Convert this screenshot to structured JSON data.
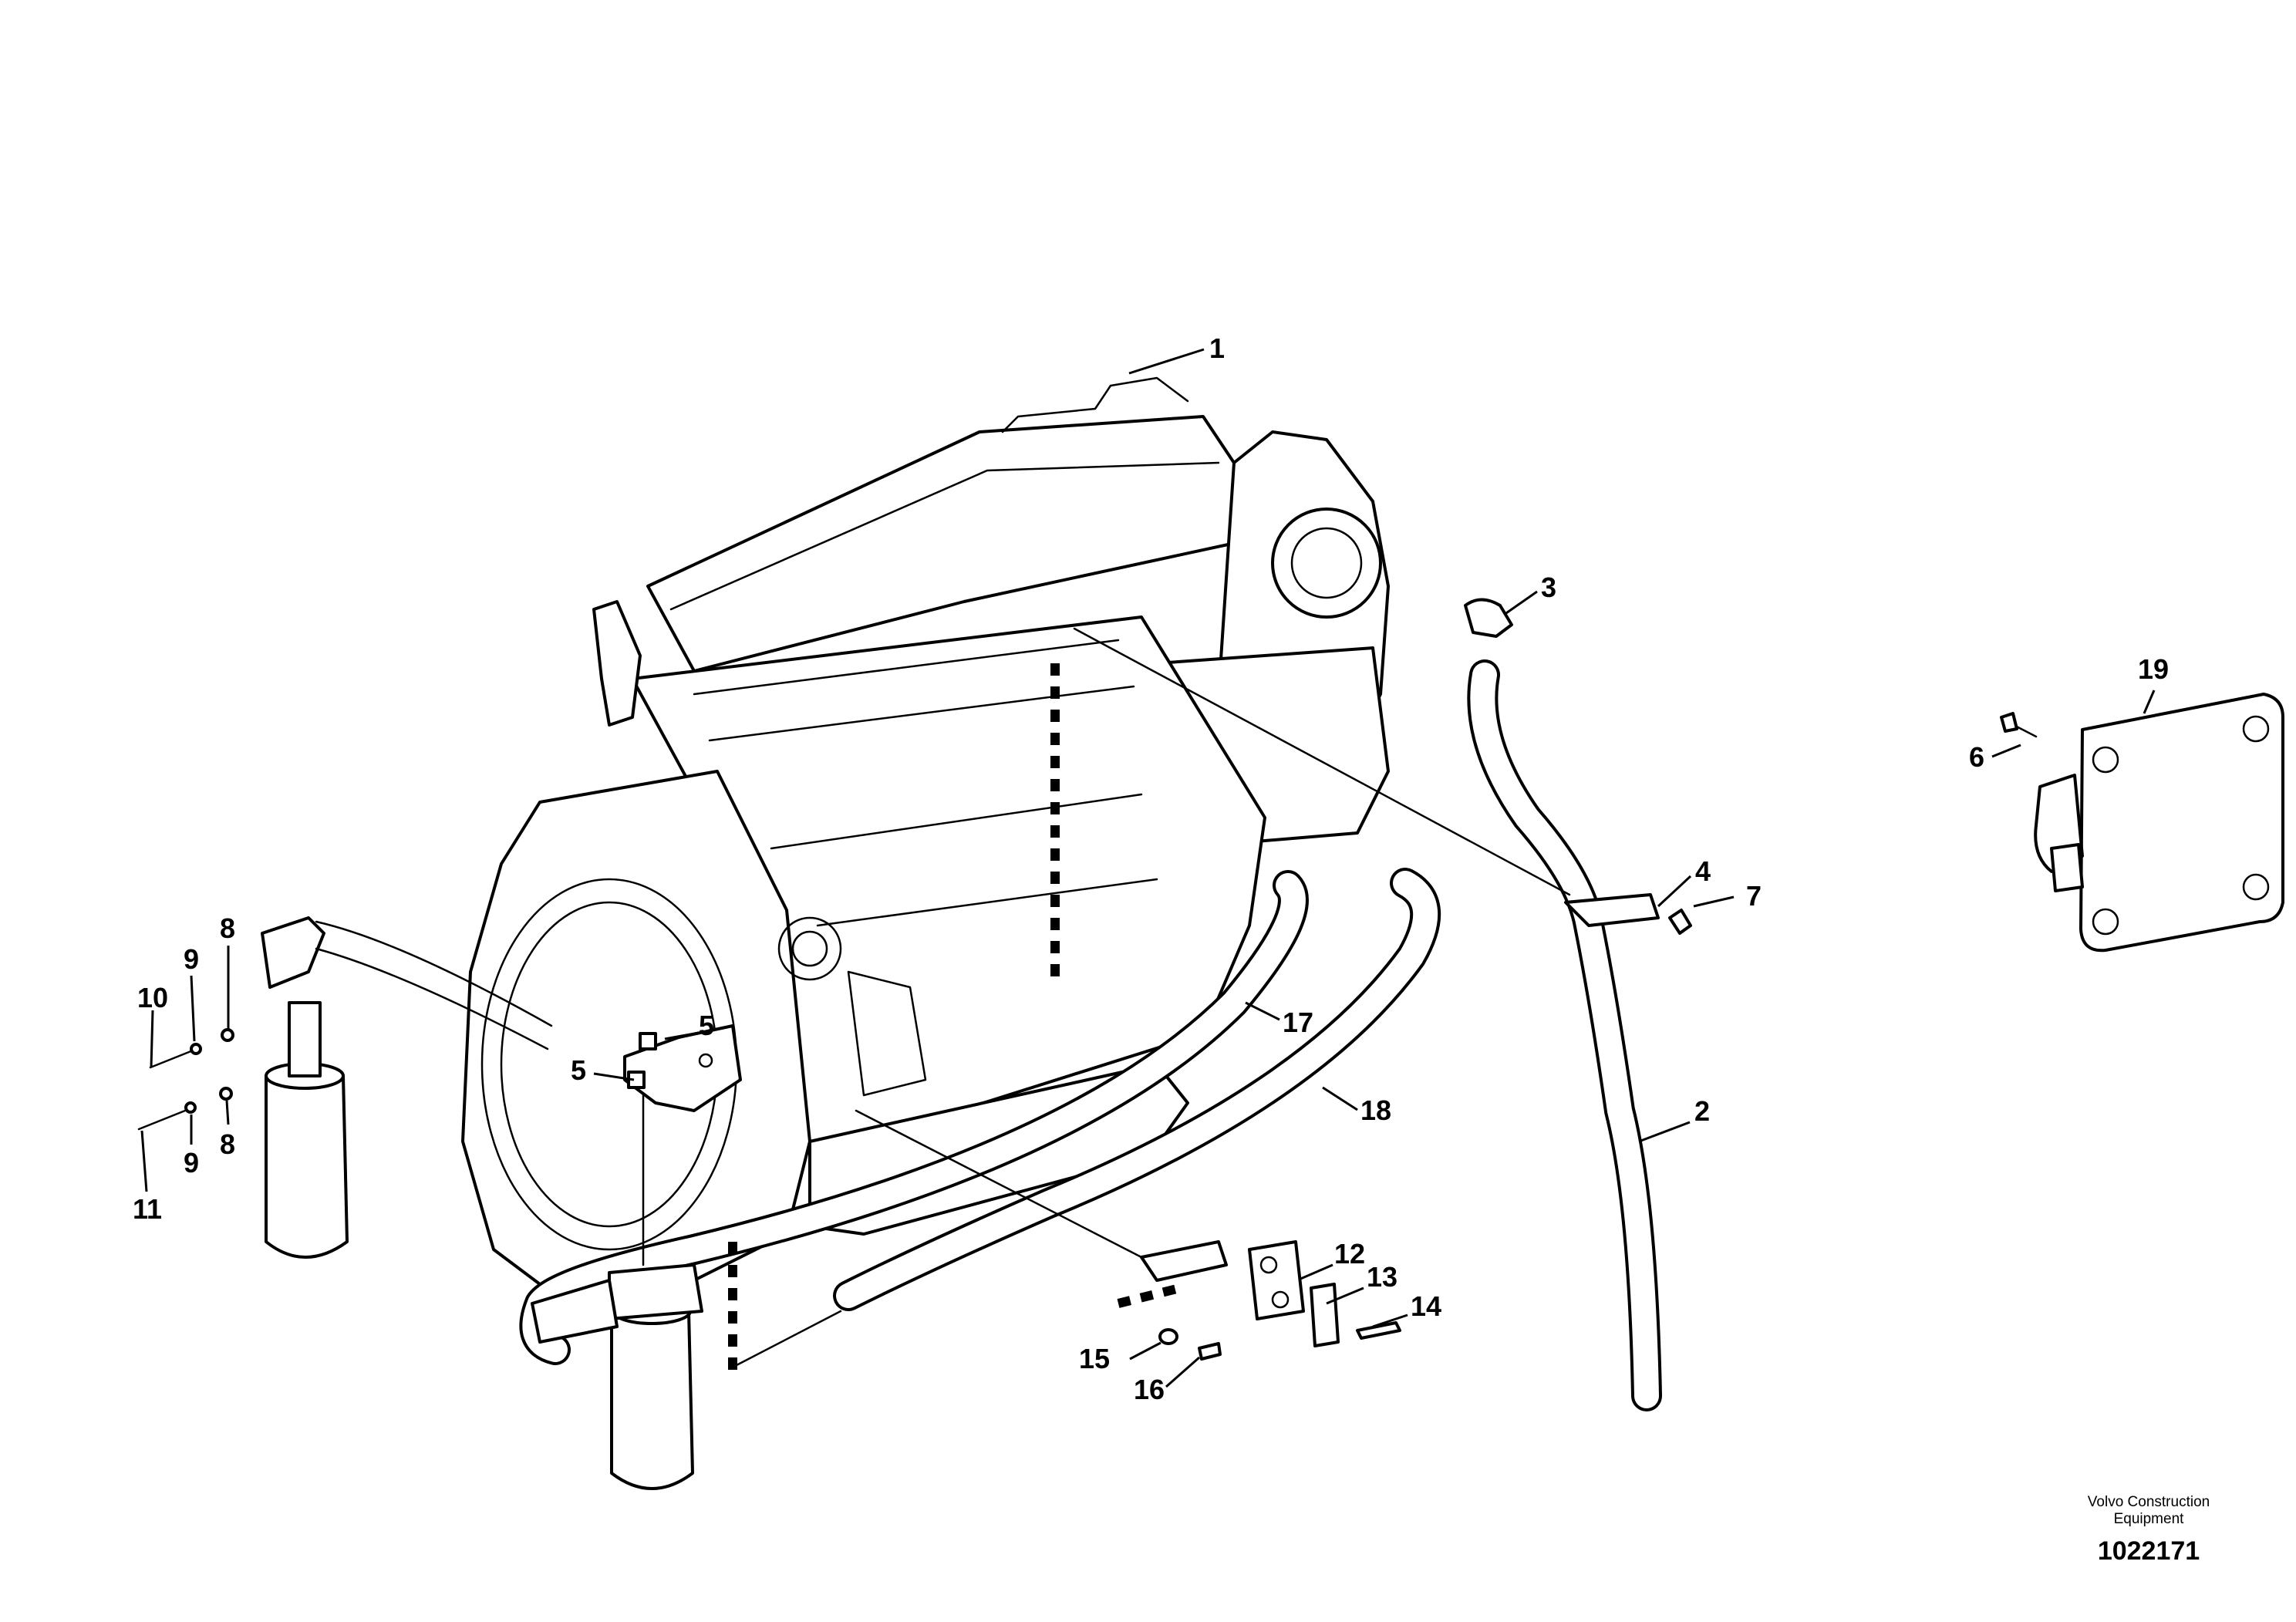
{
  "callouts": {
    "c1": "1",
    "c2": "2",
    "c3": "3",
    "c4": "4",
    "c5a": "5",
    "c5b": "5",
    "c6": "6",
    "c7": "7",
    "c8a": "8",
    "c8b": "8",
    "c9a": "9",
    "c9b": "9",
    "c10": "10",
    "c11": "11",
    "c12": "12",
    "c13": "13",
    "c14": "14",
    "c15": "15",
    "c16": "16",
    "c17": "17",
    "c18": "18",
    "c19": "19"
  },
  "footer": {
    "company_line1": "Volvo Construction",
    "company_line2": "Equipment",
    "drawing_number": "1022171"
  }
}
